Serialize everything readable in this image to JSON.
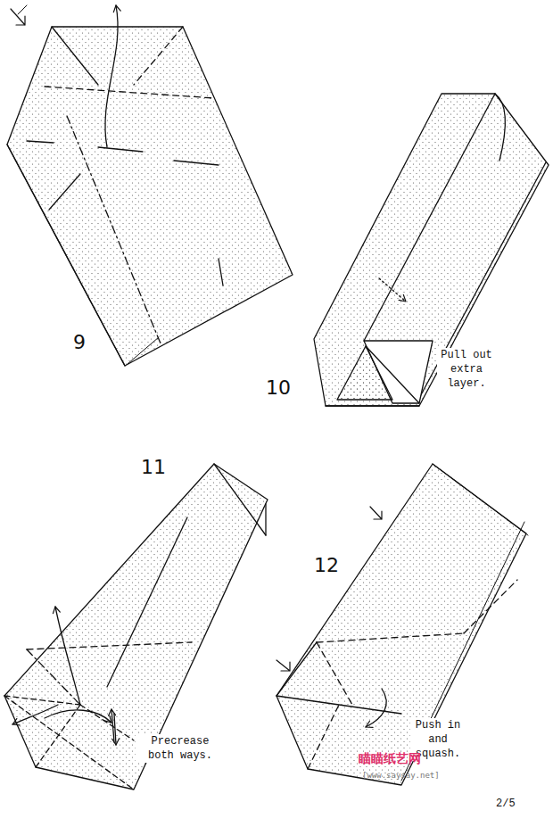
{
  "diagram": {
    "labels": [
      "9",
      "10",
      "Pull out extra layer.",
      "11",
      "Precrease both ways.",
      "12",
      "Push in and squash.",
      "瞄瞄纸艺网",
      "[www.saysay.net]",
      "2/5"
    ]
  }
}
